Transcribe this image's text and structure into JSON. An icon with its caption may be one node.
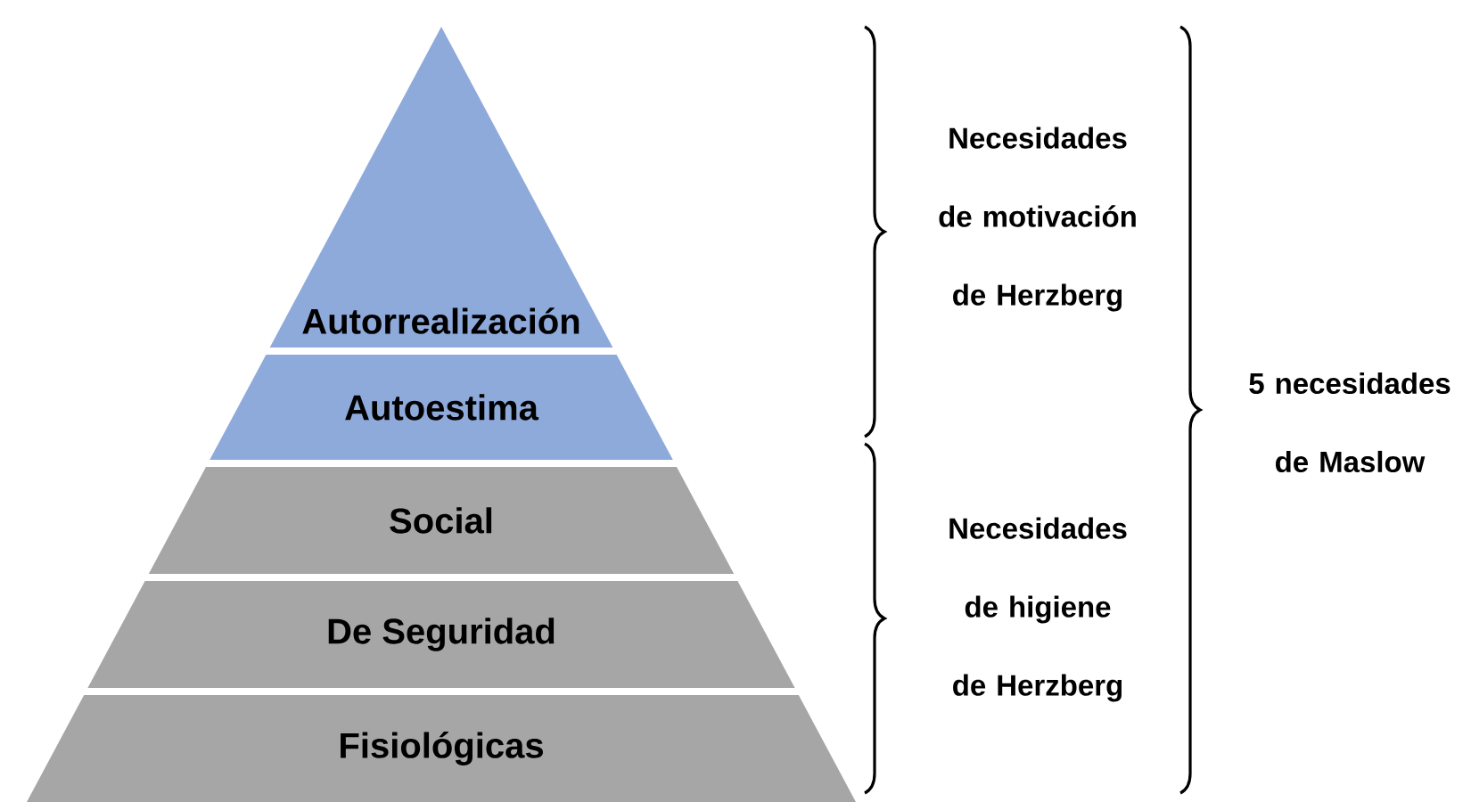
{
  "diagram": {
    "nodes": [
      {
        "text": [
          "Autorrealización"
        ]
      },
      {
        "text": [
          "Autoestima"
        ]
      },
      {
        "text": [
          "Social"
        ]
      },
      {
        "text": [
          "De Seguridad"
        ]
      },
      {
        "text": [
          "Fisiológicas"
        ]
      }
    ],
    "labels": [
      "Necesidades de motivación de Herzberg",
      "Necesidades de higiene de Herzberg",
      "5 necesidades de Maslow"
    ]
  }
}
